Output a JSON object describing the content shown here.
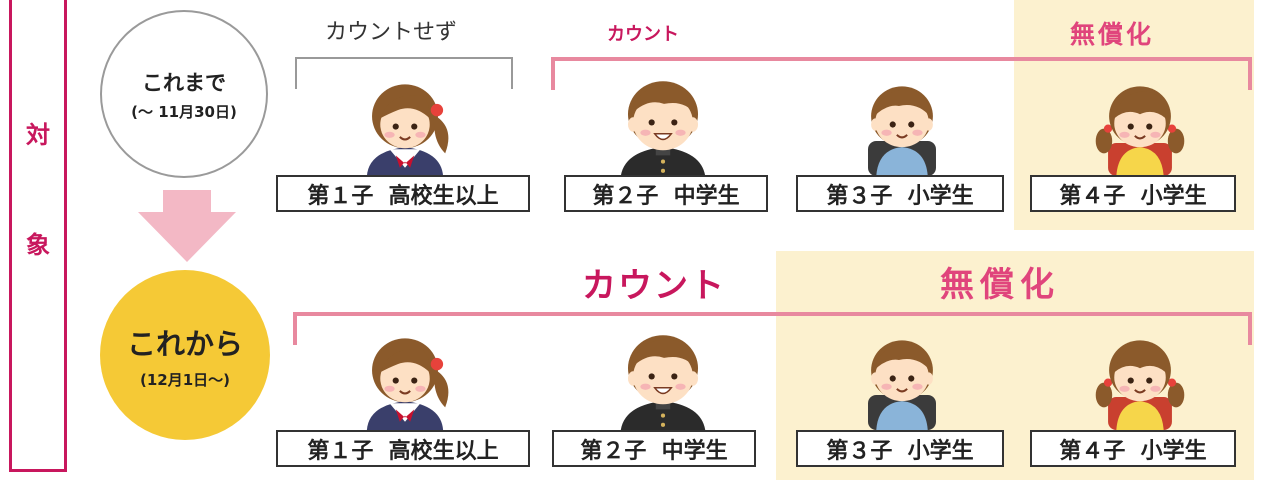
{
  "target_label": {
    "line1": "対",
    "line2": "象"
  },
  "before": {
    "title": "これまで",
    "date": "(～ 11月30日)",
    "no_count_label": "カウントせず",
    "count_label": "カウント",
    "free_label": "無償化",
    "children": [
      {
        "order": "第１子",
        "grade": "高校生以上",
        "figure": "girl-uniform"
      },
      {
        "order": "第２子",
        "grade": "中学生",
        "figure": "boy-gakuran"
      },
      {
        "order": "第３子",
        "grade": "小学生",
        "figure": "boy-backpack"
      },
      {
        "order": "第４子",
        "grade": "小学生",
        "figure": "girl-pigtails"
      }
    ]
  },
  "after": {
    "title": "これから",
    "date": "(12月1日～)",
    "count_label": "カウント",
    "free_label": "無償化",
    "children": [
      {
        "order": "第１子",
        "grade": "高校生以上",
        "figure": "girl-uniform"
      },
      {
        "order": "第２子",
        "grade": "中学生",
        "figure": "boy-gakuran"
      },
      {
        "order": "第３子",
        "grade": "小学生",
        "figure": "boy-backpack"
      },
      {
        "order": "第４子",
        "grade": "小学生",
        "figure": "girl-pigtails"
      }
    ]
  },
  "colors": {
    "accent_pink": "#c8175d",
    "bracket_pink": "#e8899f",
    "highlight_yellow": "#fcf1cf",
    "circle_yellow": "#f5c936"
  }
}
